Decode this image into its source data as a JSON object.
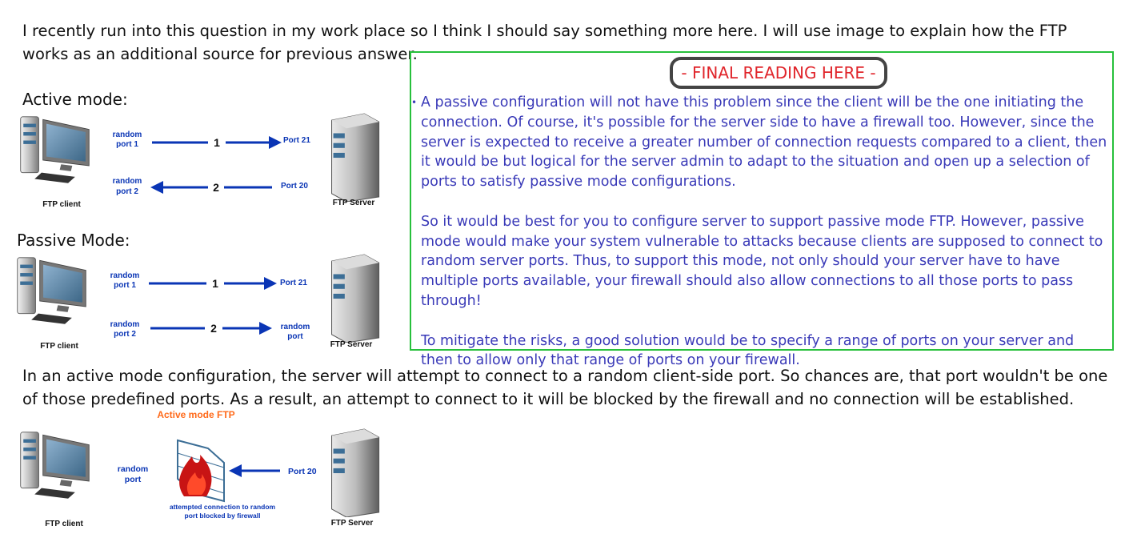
{
  "intro": "I recently run into this question in my work place so I think I should say something more here. I will use image to explain how the FTP works as an additional source for previous answer.",
  "active": {
    "label": "Active mode:",
    "random_port_1": [
      "random",
      "port 1"
    ],
    "random_port_2": [
      "random",
      "port 2"
    ],
    "step1": "1",
    "step2": "2",
    "port21": "Port 21",
    "port20": "Port 20",
    "client": "FTP client",
    "server": "FTP Server"
  },
  "passive": {
    "label": "Passive Mode:",
    "random_port_1": [
      "random",
      "port 1"
    ],
    "random_port_2": [
      "random",
      "port 2"
    ],
    "step1": "1",
    "step2": "2",
    "port21": "Port 21",
    "random_port": [
      "random",
      "port"
    ],
    "client": "FTP client",
    "server": "FTP Server"
  },
  "final_box": {
    "title": "- FINAL READING HERE -",
    "bullet": "•",
    "paragraphs": [
      "A passive configuration will not have this problem since the client will be the one initiating the connection. Of course, it's possible for the server side to have a firewall too. However, since the server is expected to receive a greater number of connection requests compared to a client, then it would be but logical for the server admin to adapt to the situation and open up a selection of ports to satisfy passive mode configurations.",
      "So it would be best for you to configure server to support passive mode FTP. However, passive mode would make your system vulnerable to attacks because clients are supposed to connect to random server ports. Thus, to support this mode, not only should your server have to have multiple ports available, your firewall should also allow connections to all those ports to pass through!",
      "To mitigate the risks, a good solution would be to specify a range of ports on your server and then to allow only that range of ports on your firewall."
    ]
  },
  "outro": "In an active mode configuration, the server will attempt to connect to a random client-side port. So chances are, that port wouldn't be one of those predefined ports. As a result, an attempt to connect to it will be blocked by the firewall and no connection will be established.",
  "firewall": {
    "title": "Active mode FTP",
    "random_port": [
      "random",
      "port"
    ],
    "port20": "Port 20",
    "caption": [
      "attempted connection to random",
      "port blocked by firewall"
    ],
    "client": "FTP client",
    "server": "FTP Server"
  },
  "colors": {
    "arrow": "#0a35b5",
    "final_text": "#3a3ab8",
    "final_border": "#27c03b",
    "title_red": "#e0252b",
    "firewall_title": "#ff6a1a"
  }
}
